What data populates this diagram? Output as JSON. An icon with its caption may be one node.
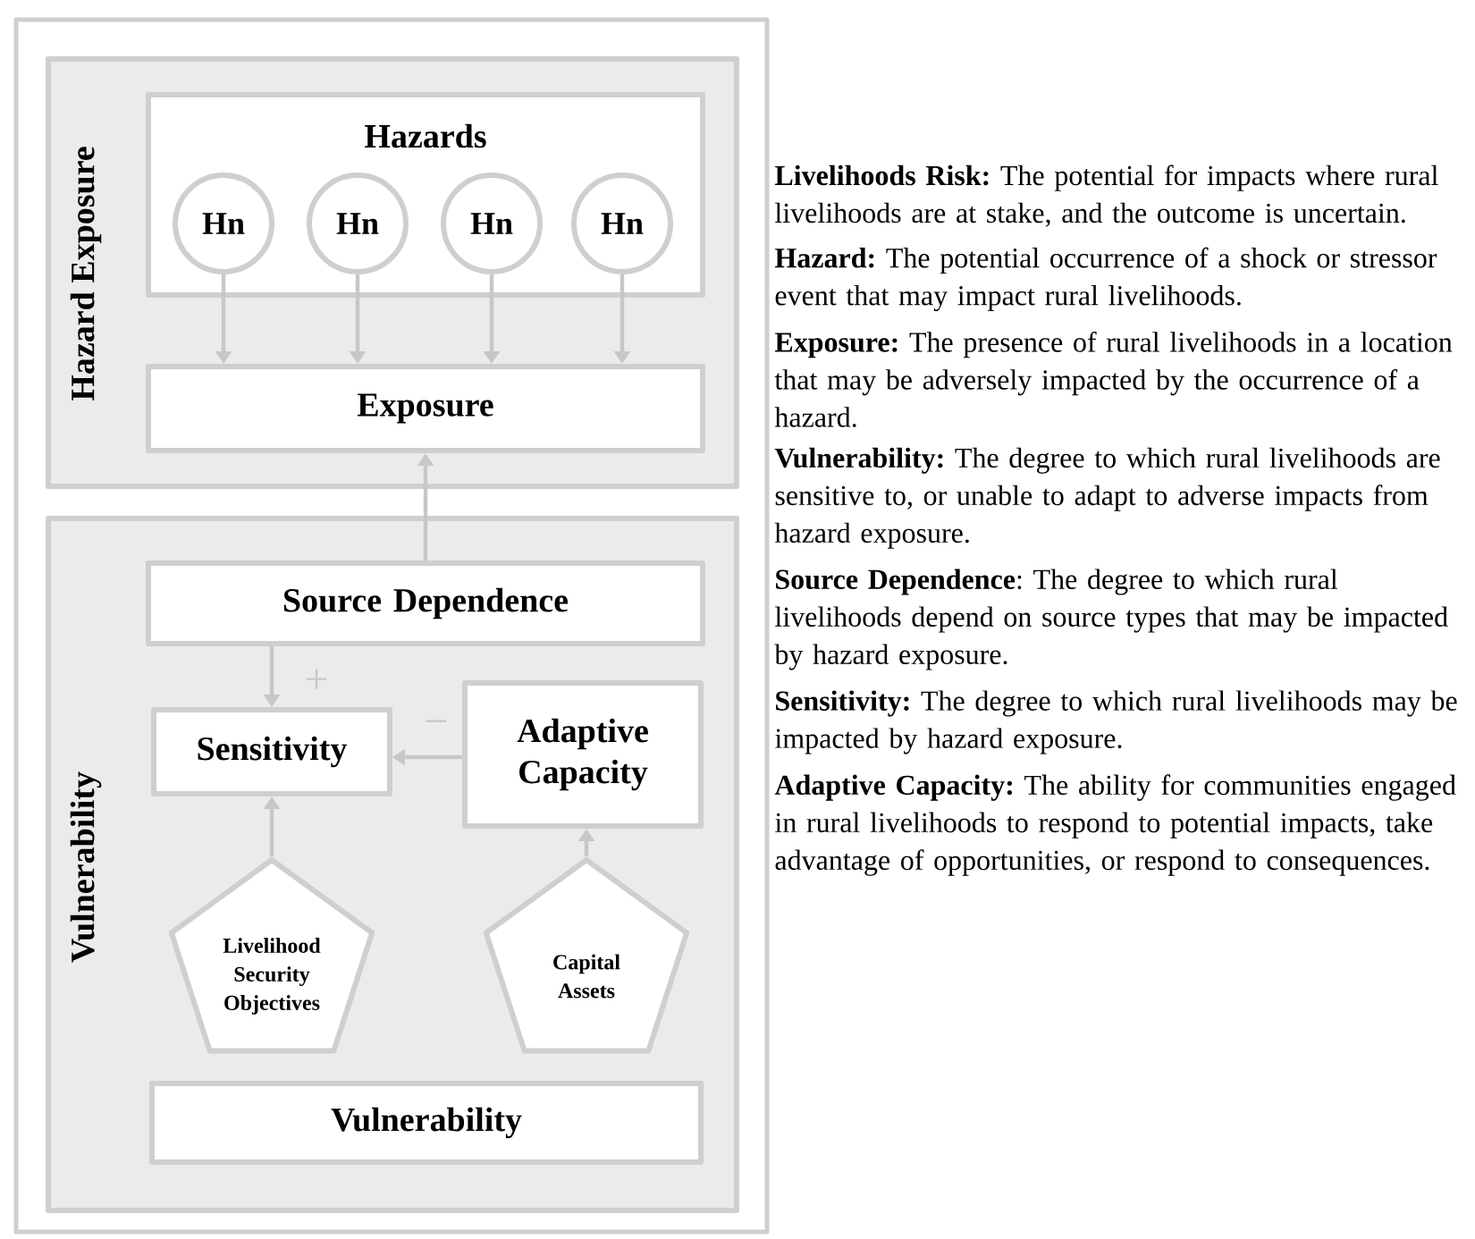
{
  "diagram": {
    "nodes": [
      {
        "text": [
          "Hazard Exposure"
        ]
      },
      {
        "text": [
          "Hazards"
        ],
        "in": 0
      },
      {
        "text": [
          "Hn"
        ],
        "in": 1
      },
      {
        "text": [
          "Hn"
        ],
        "in": 1
      },
      {
        "text": [
          "Hn"
        ],
        "in": 1
      },
      {
        "text": [
          "Hn"
        ],
        "in": 1
      },
      {
        "text": [
          "Exposure"
        ],
        "in": 0
      },
      {
        "text": [
          "Vulnerability"
        ]
      },
      {
        "text": [
          "Source Dependence"
        ],
        "in": 7
      },
      {
        "text": [
          "Sensitivity"
        ],
        "in": 7
      },
      {
        "text": [
          "Adaptive Capacity"
        ],
        "in": 7
      },
      {
        "text": [
          "Livelihood Security Objectives"
        ],
        "in": 7
      },
      {
        "text": [
          "Capital Assets"
        ],
        "in": 7
      },
      {
        "text": [
          "Vulnerability"
        ],
        "in": 7
      }
    ],
    "edges": [
      {
        "from": 2,
        "to": 6,
        "arrow": "to"
      },
      {
        "from": 3,
        "to": 6,
        "arrow": "to"
      },
      {
        "from": 4,
        "to": 6,
        "arrow": "to"
      },
      {
        "from": 5,
        "to": 6,
        "arrow": "to"
      },
      {
        "from": 8,
        "to": 6,
        "arrow": "to"
      },
      {
        "from": 8,
        "to": 9,
        "arrow": "to",
        "label": "+"
      },
      {
        "from": 10,
        "to": 9,
        "arrow": "to",
        "label": "−"
      },
      {
        "from": 11,
        "to": 9,
        "arrow": "to"
      },
      {
        "from": 12,
        "to": 10,
        "arrow": "to"
      }
    ],
    "labels": [
      "**Livelihoods Risk:** The potential for impacts where rural livelihoods are at stake, and the outcome is uncertain.",
      "**Hazard:** The potential occurrence of a shock or stressor event that may impact rural livelihoods.",
      "**Exposure:** The presence of rural livelihoods in a location that may be adversely impacted by the occurrence of a hazard.",
      "**Vulnerability:** The degree to which rural livelihoods are sensitive to, or unable to adapt to adverse impacts from hazard exposure.",
      "**Source Dependence**: The degree to which rural livelihoods depend on source types that may be impacted by hazard exposure.",
      "**Sensitivity:** The degree to which rural livelihoods may be impacted by hazard exposure.",
      "**Adaptive Capacity:** The ability for communities engaged in rural livelihoods to respond to potential impacts, take advantage of opportunities, or respond to consequences."
    ]
  }
}
